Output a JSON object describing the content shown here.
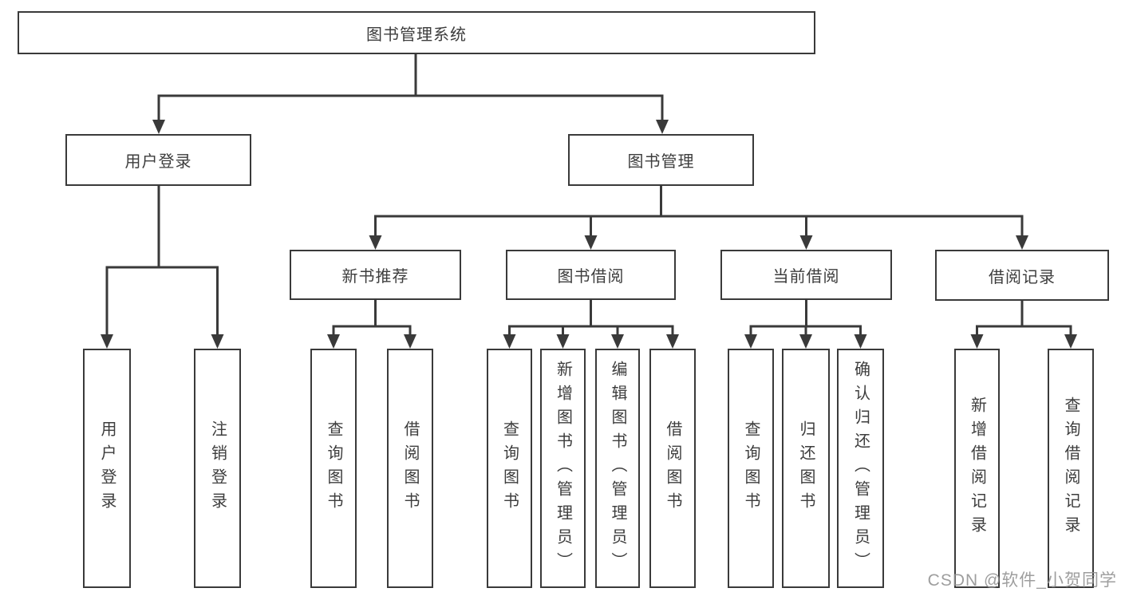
{
  "watermark": "CSDN @软件_小贺同学",
  "colors": {
    "line": "#3a3a3a",
    "node_border": "#3a3a3a",
    "text": "#3d3d3d",
    "background": "#ffffff",
    "watermark_text": "#949494"
  },
  "tree": {
    "label": "图书管理系统",
    "children": [
      {
        "label": "用户登录",
        "children": [
          {
            "label": "用户登录"
          },
          {
            "label": "注销登录"
          }
        ]
      },
      {
        "label": "图书管理",
        "children": [
          {
            "label": "新书推荐",
            "children": [
              {
                "label": "查询图书"
              },
              {
                "label": "借阅图书"
              }
            ]
          },
          {
            "label": "图书借阅",
            "children": [
              {
                "label": "查询图书"
              },
              {
                "label": "新增图书（管理员）"
              },
              {
                "label": "编辑图书（管理员）"
              },
              {
                "label": "借阅图书"
              }
            ]
          },
          {
            "label": "当前借阅",
            "children": [
              {
                "label": "查询图书"
              },
              {
                "label": "归还图书"
              },
              {
                "label": "确认归还（管理员）"
              }
            ]
          },
          {
            "label": "借阅记录",
            "children": [
              {
                "label": "新增借阅记录"
              },
              {
                "label": "查询借阅记录"
              }
            ]
          }
        ]
      }
    ]
  }
}
